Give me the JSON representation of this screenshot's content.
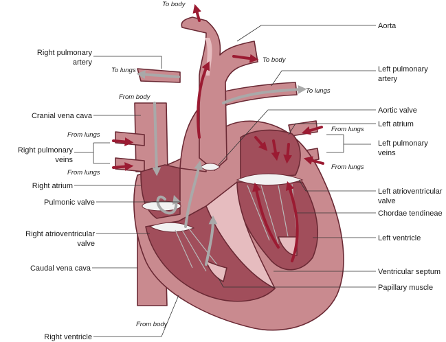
{
  "labels": {
    "right_pulmonary_artery": [
      "Right pulmonary",
      "artery"
    ],
    "cranial_vena_cava": "Cranial vena cava",
    "right_pulmonary_veins": [
      "Right pulmonary",
      "veins"
    ],
    "right_atrium": "Right atrium",
    "pulmonic_valve": "Pulmonic valve",
    "right_av_valve": [
      "Right atrioventricular",
      "valve"
    ],
    "caudal_vena_cava": "Caudal vena cava",
    "right_ventricle": "Right ventricle",
    "aorta": "Aorta",
    "left_pulmonary_artery": [
      "Left pulmonary",
      "artery"
    ],
    "aortic_valve": "Aortic valve",
    "left_atrium": "Left atrium",
    "left_pulmonary_veins": [
      "Left pulmonary",
      "veins"
    ],
    "left_av_valve": [
      "Left atrioventricular",
      "valve"
    ],
    "chordae_tendineae": "Chordae tendineae",
    "left_ventricle": "Left ventricle",
    "ventricular_septum": "Ventricular septum",
    "papillary_muscle": "Papillary muscle"
  },
  "flow_labels": {
    "to_body_top": "To body",
    "to_body_right": "To body",
    "to_lungs_left": "To lungs",
    "to_lungs_right": "To lungs",
    "from_body_top": "From body",
    "from_body_bottom": "From body",
    "from_lungs_left_1": "From lungs",
    "from_lungs_left_2": "From lungs",
    "from_lungs_right_1": "From lungs",
    "from_lungs_right_2": "From lungs"
  },
  "colors": {
    "oxygenated": "#9b1b32",
    "deoxygenated": "#a9a9a9",
    "muscle": "#c98a8f",
    "chamber": "#a14e5b"
  }
}
